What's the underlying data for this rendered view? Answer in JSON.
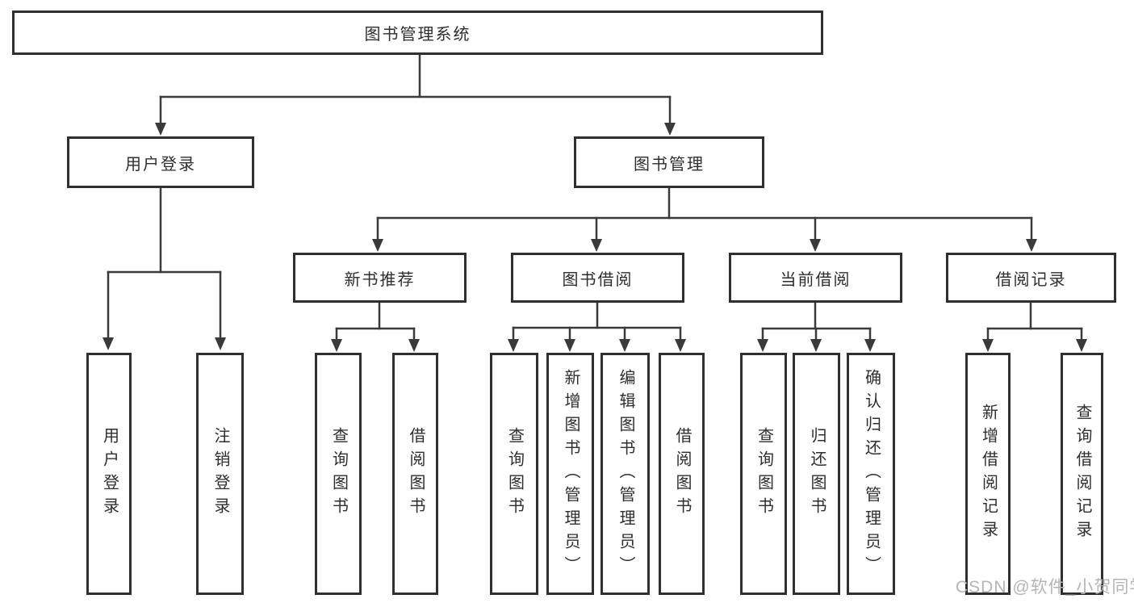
{
  "diagram": {
    "root": {
      "label": "图书管理系统"
    },
    "level2": [
      {
        "label": "用户登录"
      },
      {
        "label": "图书管理"
      }
    ],
    "level3": [
      {
        "label": "新书推荐"
      },
      {
        "label": "图书借阅"
      },
      {
        "label": "当前借阅"
      },
      {
        "label": "借阅记录"
      }
    ],
    "leaves": [
      {
        "label": "用户登录"
      },
      {
        "label": "注销登录"
      },
      {
        "label": "查询图书"
      },
      {
        "label": "借阅图书"
      },
      {
        "label": "查询图书"
      },
      {
        "label": "新增图书（管理员）"
      },
      {
        "label": "编辑图书（管理员）"
      },
      {
        "label": "借阅图书"
      },
      {
        "label": "查询图书"
      },
      {
        "label": "归还图书"
      },
      {
        "label": "确认归还（管理员）"
      },
      {
        "label": "新增借阅记录"
      },
      {
        "label": "查询借阅记录"
      }
    ]
  },
  "watermark": {
    "text": "CSDN @软件_小贺同学"
  },
  "colors": {
    "line": "#3a3a3a",
    "border": "#2f2f2f",
    "text": "#2e2e2e",
    "watermark": "#b5b5b5",
    "background": "#ffffff"
  }
}
